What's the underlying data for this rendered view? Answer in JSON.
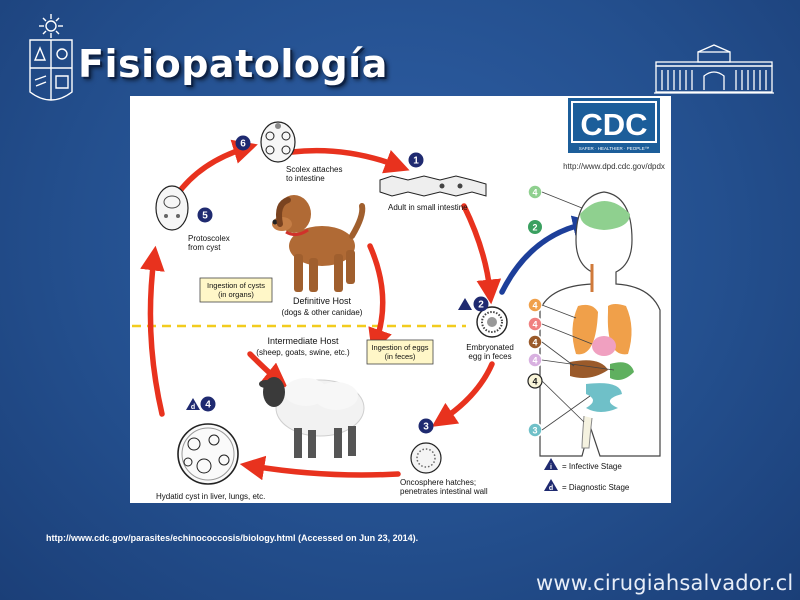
{
  "slide": {
    "title": "Fisiopatología",
    "citation": "http://www.cdc.gov/parasites/echinococcosis/biology.html (Accessed on Jun 23, 2014).",
    "website": "www.cirugiahsalvador.cl"
  },
  "diagram": {
    "cdc_logo": "CDC",
    "cdc_tagline": "SAFER · HEALTHIER · PEOPLE™",
    "cdc_url": "http://www.dpd.cdc.gov/dpdx",
    "steps": {
      "s1": {
        "num": "1",
        "label": "Adult in small intestine"
      },
      "s2": {
        "num": "2",
        "label1": "Embryonated",
        "label2": "egg in feces"
      },
      "s3": {
        "num": "3",
        "label1": "Oncosphere hatches;",
        "label2": "penetrates intestinal wall"
      },
      "s4": {
        "num": "4",
        "label": "Hydatid cyst in liver, lungs, etc."
      },
      "s5": {
        "num": "5",
        "label1": "Protoscolex",
        "label2": "from cyst"
      },
      "s6": {
        "num": "6",
        "label1": "Scolex attaches",
        "label2": "to intestine"
      }
    },
    "definitive_host": {
      "title": "Definitive Host",
      "subtitle": "(dogs & other canidae)"
    },
    "intermediate_host": {
      "title": "Intermediate Host",
      "subtitle": "(sheep, goats, swine, etc.)"
    },
    "ingestion_cysts": {
      "line1": "Ingestion of cysts",
      "line2": "(in organs)"
    },
    "ingestion_eggs": {
      "line1": "Ingestion of eggs",
      "line2": "(in feces)"
    },
    "human_badges": [
      "4",
      "2",
      "4",
      "4",
      "4",
      "4",
      "4",
      "3"
    ],
    "legend": {
      "infective": "= Infective Stage",
      "diagnostic": "= Diagnostic Stage",
      "i_symbol": "i",
      "d_symbol": "d"
    },
    "colors": {
      "arrow_red": "#e8321e",
      "arrow_blue": "#1d3f9a",
      "step_badge": "#1f2a70",
      "divider": "#f2cc1e",
      "label_box": "#fff7c8",
      "dog": "#b06a35",
      "human_brain": "#8fd08f",
      "human_lungs": "#f0a04a",
      "human_heart": "#f0a0c0",
      "human_liver": "#9a5a2a",
      "human_intestine": "#6fc0c8",
      "human_stomach": "#5fb05f"
    }
  }
}
